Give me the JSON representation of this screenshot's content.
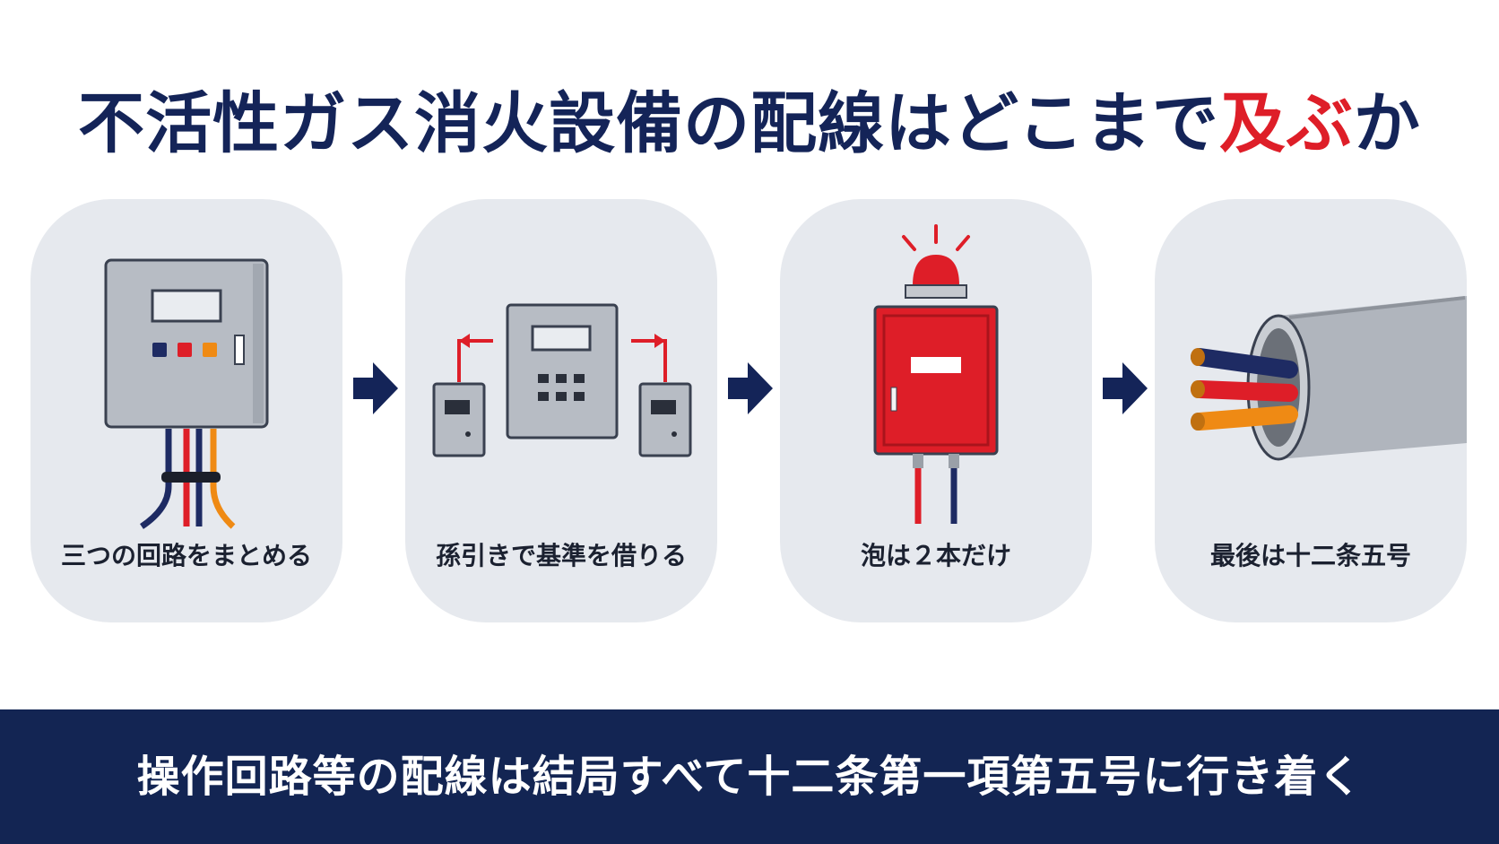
{
  "title": {
    "main": "不活性ガス消火設備の配線はどこまで",
    "accent": "及ぶ",
    "tail": "か"
  },
  "steps": [
    {
      "label": "三つの回路をまとめる",
      "icon": "control-panel-icon"
    },
    {
      "label": "孫引きで基準を借りる",
      "icon": "linked-panels-icon"
    },
    {
      "label": "泡は２本だけ",
      "icon": "alarm-box-icon"
    },
    {
      "label": "最後は十二条五号",
      "icon": "cable-conduit-icon"
    }
  ],
  "banner": {
    "text": "操作回路等の配線は結局すべて十二条第一項第五号に行き着く"
  },
  "colors": {
    "navy": "#132553",
    "red": "#de1e28",
    "orange": "#ef8a14",
    "card": "#e6e9ee"
  }
}
